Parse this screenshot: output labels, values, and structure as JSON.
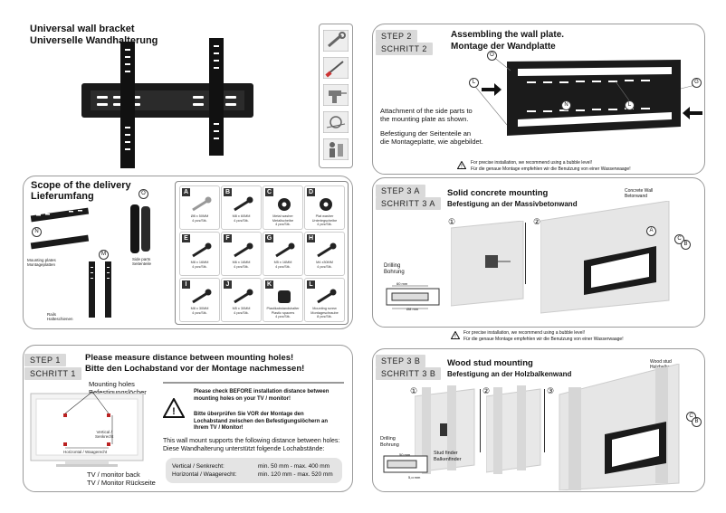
{
  "product": {
    "title_en": "Universal wall bracket",
    "title_de": "Universelle Wandhalterung"
  },
  "side_icons": [
    "wrench-icon",
    "screwdriver-icon",
    "drill-icon",
    "level-icon",
    "two-persons-icon"
  ],
  "scope": {
    "title_en": "Scope of the delivery",
    "title_de": "Lieferumfang",
    "plates_label": "Mounting plates\nMontageplatten",
    "rails_label": "Rails\nHalteschienen",
    "side_parts_label": "Side parts\nSeitenteile",
    "letters": {
      "plates": "N",
      "rails": "M",
      "side": "O"
    },
    "screws": [
      {
        "letter": "A",
        "label": "Ø8 x 50MM",
        "qty": "4 pcs/Stk."
      },
      {
        "letter": "B",
        "label": "M8 x 60MM",
        "qty": "4 pcs/Stk."
      },
      {
        "letter": "C",
        "label": "Metal washer\nMetallscheibe",
        "qty": "4 pcs/Stk."
      },
      {
        "letter": "D",
        "label": "Plat washer\nUnterlegscheibe",
        "qty": "4 pcs/Stk."
      },
      {
        "letter": "E",
        "label": "M8 x 16MM",
        "qty": "4 pcs/Stk."
      },
      {
        "letter": "F",
        "label": "M6 x 16MM",
        "qty": "4 pcs/Stk."
      },
      {
        "letter": "G",
        "label": "M5 x 16MM",
        "qty": "4 pcs/Stk."
      },
      {
        "letter": "H",
        "label": "M4 x30MM",
        "qty": "4 pcs/Stk."
      },
      {
        "letter": "I",
        "label": "M8 x 30MM",
        "qty": "4 pcs/Stk."
      },
      {
        "letter": "J",
        "label": "M5 x 30MM",
        "qty": "4 pcs/Stk."
      },
      {
        "letter": "K",
        "label": "Plastikabstandshalter\nPlastic spacers",
        "qty": "4 pcs/Stk."
      },
      {
        "letter": "L",
        "label": "Mounting screw\nMontageschraube",
        "qty": "8 pcs/Stk."
      }
    ]
  },
  "step1": {
    "tag_en": "STEP 1",
    "tag_de": "SCHRITT 1",
    "title_en": "Please measure distance between mounting holes!",
    "title_de": "Bitte den Lochabstand vor der Montage nachmessen!",
    "holes_label": "Mounting holes\nBefestigungslöcher",
    "vertical_label": "Vertical /\nSenkrecht",
    "horizontal_label": "Horizontal / Waagerecht",
    "tv_back": "TV / monitor back\nTV / Monitor Rückseite",
    "warn_en": "Please check BEFORE installation distance between mounting holes on your TV / monitor!",
    "warn_de": "Bitte überprüfen Sie VOR der Montage den Lochabstand zwischen den Befestigungslöchern an Ihrem TV / Monitor!",
    "support_text": "This wall mount supports the following distance between holes:\nDiese Wandhalterung unterstützt folgende Lochabstände:",
    "vertical_row_label": "Vertical / Senkrecht:",
    "vertical_row_value": "min. 50 mm - max. 400 mm",
    "horizontal_row_label": "Horizontal / Waagerecht:",
    "horizontal_row_value": "min. 120 mm - max. 520 mm"
  },
  "step2": {
    "tag_en": "STEP 2",
    "tag_de": "SCHRITT 2",
    "title_en": "Assembling the wall plate.",
    "title_de": "Montage der Wandplatte",
    "text_en": "Attachment of the side parts to\nthe mounting plate as shown.",
    "text_de": "Befestigung der Seitenteile an\ndie Montageplatte, wie abgebildet.",
    "note": "For precise installation, we recommend using a bubble level!\nFür die genaue Montage empfehlen wir die Benutzung von einer Wasserwaage!"
  },
  "step3a": {
    "tag_en": "STEP 3 A",
    "tag_de": "SCHRITT 3 A",
    "title_en": "Solid concrete mounting",
    "title_de": "Befestigung an der Massivbetonwand",
    "wall_label": "Concrete Wall\nBetonwand",
    "drill_label": "Drilling\nBohrung",
    "dim1": "60 mm",
    "dim2": "Ø8 mm",
    "note": "For precise installation, we recommend using a bubble level!\nFür die genaue Montage empfehlen wir die Benutzung von einer Wasserwaage!"
  },
  "step3b": {
    "tag_en": "STEP 3 B",
    "tag_de": "SCHRITT 3 B",
    "title_en": "Wood stud mounting",
    "title_de": "Befestigung an der Holzbalkenwand",
    "wall_label": "Wood stud\nHolzbalken",
    "drill_label": "Drilling\nBohrung",
    "finder_label": "Stud finder\nBalkenfinder",
    "dim1": "50 mm",
    "dim2": "5,ɑ mm"
  },
  "step_numbers": [
    "①",
    "②",
    "③"
  ]
}
